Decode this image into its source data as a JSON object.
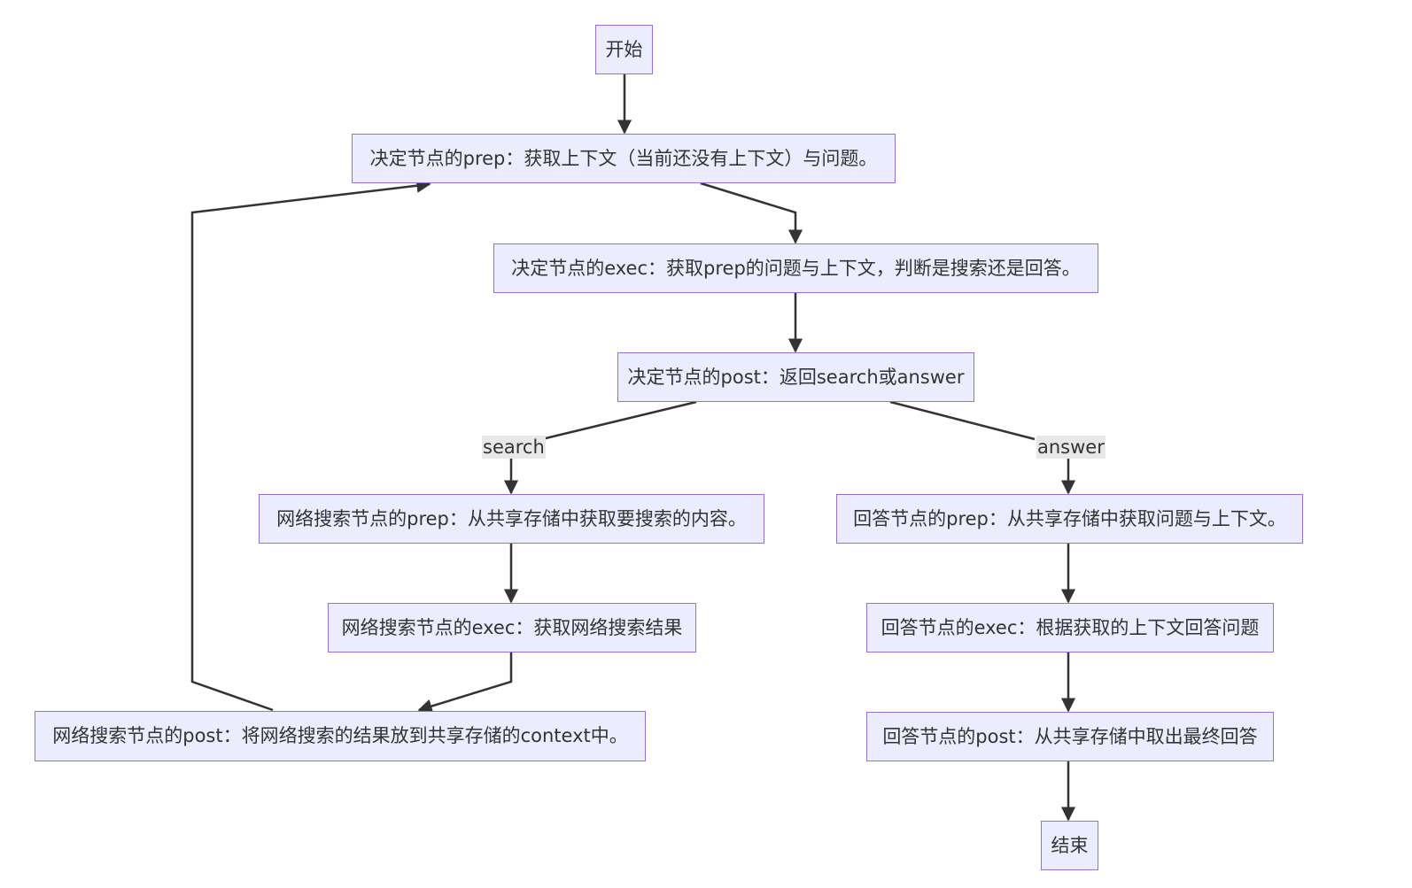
{
  "nodes": {
    "start": "开始",
    "decide_prep": "决定节点的prep：获取上下文（当前还没有上下文）与问题。",
    "decide_exec": "决定节点的exec：获取prep的问题与上下文，判断是搜索还是回答。",
    "decide_post": "决定节点的post：返回search或answer",
    "search_prep": "网络搜索节点的prep：从共享存储中获取要搜索的内容。",
    "search_exec": "网络搜索节点的exec：获取网络搜索结果",
    "search_post": "网络搜索节点的post：将网络搜索的结果放到共享存储的context中。",
    "answer_prep": "回答节点的prep：从共享存储中获取问题与上下文。",
    "answer_exec": "回答节点的exec：根据获取的上下文回答问题",
    "answer_post": "回答节点的post：从共享存储中取出最终回答",
    "end": "结束"
  },
  "edge_labels": {
    "search": "search",
    "answer": "answer"
  },
  "colors": {
    "node_fill": "#ececff",
    "node_border": "#9370db",
    "edge": "#333333",
    "label_bg": "#e8e8e8",
    "text": "#333333"
  }
}
